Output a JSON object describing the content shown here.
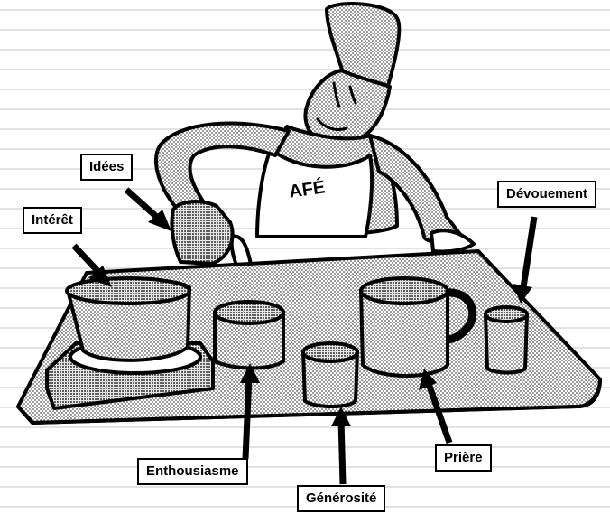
{
  "apron_text": "AFÉ",
  "labels": {
    "idees": "Idées",
    "interet": "Intérêt",
    "devouement": "Dévouement",
    "enthousiasme": "Enthousiasme",
    "generosite": "Générosité",
    "priere": "Prière"
  },
  "colors": {
    "ink": "#000000",
    "paper": "#ffffff",
    "shade": "#bdbdbd"
  }
}
